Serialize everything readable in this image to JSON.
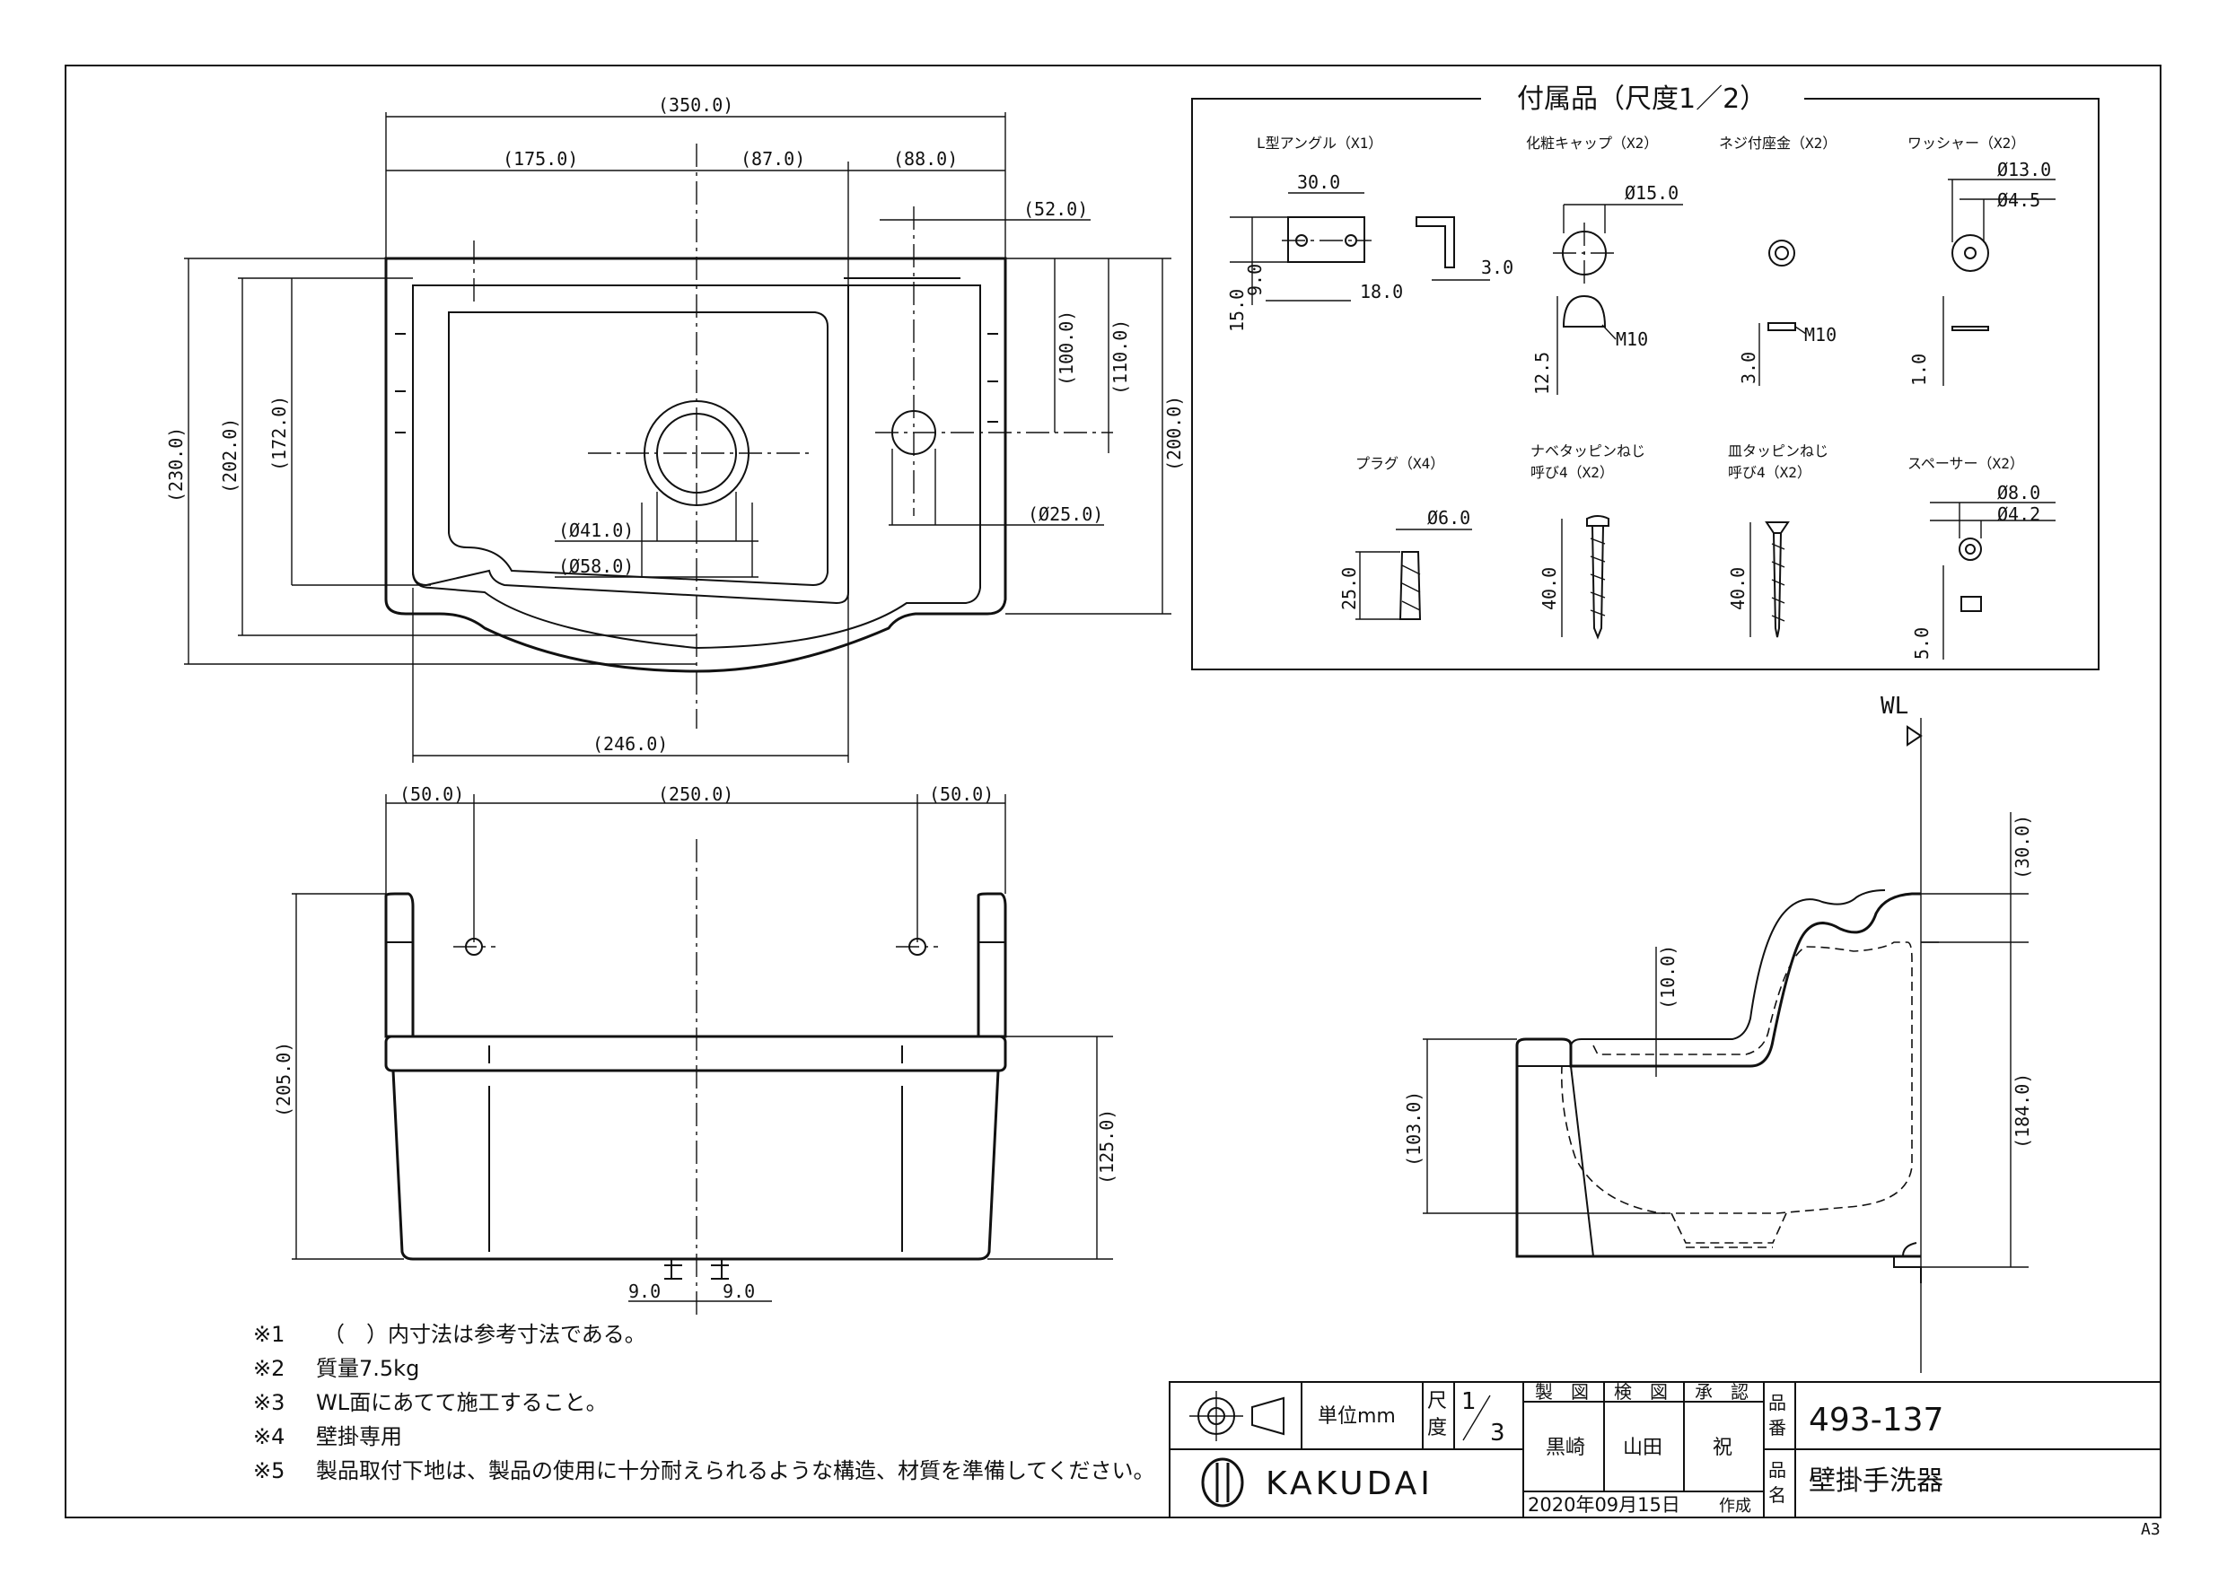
{
  "top_view": {
    "dims": {
      "overall_width": "(350.0)",
      "left_width": "(175.0)",
      "mid_width": "(87.0)",
      "right_width": "(88.0)",
      "hole_offset": "(52.0)",
      "height_230": "(230.0)",
      "height_202": "(202.0)",
      "height_172": "(172.0)",
      "depth_100": "(100.0)",
      "depth_110": "(110.0)",
      "depth_200": "(200.0)",
      "drain_inner": "(Ø41.0)",
      "drain_outer": "(Ø58.0)",
      "faucet_hole": "(Ø25.0)",
      "bottom_width": "(246.0)"
    }
  },
  "accessories": {
    "title": "付属品（尺度1／2）",
    "items": {
      "l_angle": {
        "label": "L型アングル（X1）",
        "d1": "30.0",
        "d2": "15.0",
        "d3": "9.0",
        "d4": "18.0",
        "d5": "3.0"
      },
      "cap": {
        "label": "化粧キャップ（X2）",
        "d1": "Ø15.0",
        "d2": "12.5",
        "d3": "M10"
      },
      "nut": {
        "label": "ネジ付座金（X2）",
        "d1": "3.0",
        "d2": "M10"
      },
      "washer": {
        "label": "ワッシャー（X2）",
        "d1": "Ø13.0",
        "d2": "Ø4.5",
        "d3": "1.0"
      },
      "plug": {
        "label": "プラグ（X4）",
        "d1": "Ø6.0",
        "d2": "25.0"
      },
      "pan_screw": {
        "label": "ナベタッピンねじ",
        "sub": "呼び4（X2）",
        "d1": "40.0"
      },
      "flat_screw": {
        "label": "皿タッピンねじ",
        "sub": "呼び4（X2）",
        "d1": "40.0"
      },
      "spacer": {
        "label": "スペーサー（X2）",
        "d1": "Ø8.0",
        "d2": "Ø4.2",
        "d3": "5.0"
      }
    }
  },
  "front_view": {
    "dims": {
      "left": "(50.0)",
      "center": "(250.0)",
      "right": "(50.0)",
      "height_205": "(205.0)",
      "height_125": "(125.0)",
      "drain_left": "9.0",
      "drain_right": "9.0"
    }
  },
  "side_view": {
    "wl": "WL",
    "dims": {
      "top_30": "(30.0)",
      "rim_10": "(10.0)",
      "height_103": "(103.0)",
      "height_184": "(184.0)"
    }
  },
  "notes": [
    {
      "mark": "※1",
      "text": "（　）内寸法は参考寸法である。"
    },
    {
      "mark": "※2",
      "text": "質量7.5kg"
    },
    {
      "mark": "※3",
      "text": "WL面にあてて施工すること。"
    },
    {
      "mark": "※4",
      "text": "壁掛専用"
    },
    {
      "mark": "※5",
      "text": "製品取付下地は、製品の使用に十分耐えられるような構造、材質を準備してください。"
    }
  ],
  "title_block": {
    "unit_label": "単位mm",
    "scale_label_1": "尺",
    "scale_label_2": "度",
    "scale_num": "1",
    "scale_den": "3",
    "col_drawn": "製　図",
    "col_checked": "検　図",
    "col_approved": "承　認",
    "name_drawn": "黒崎",
    "name_checked": "山田",
    "name_approved": "祝",
    "part_no_label_1": "品",
    "part_no_label_2": "番",
    "part_no": "493-137",
    "part_name_label_1": "品",
    "part_name_label_2": "名",
    "part_name": "壁掛手洗器",
    "company": "KAKUDAI",
    "date": "2020年09月15日",
    "date_suffix": "作成",
    "sheet_size": "A3"
  }
}
